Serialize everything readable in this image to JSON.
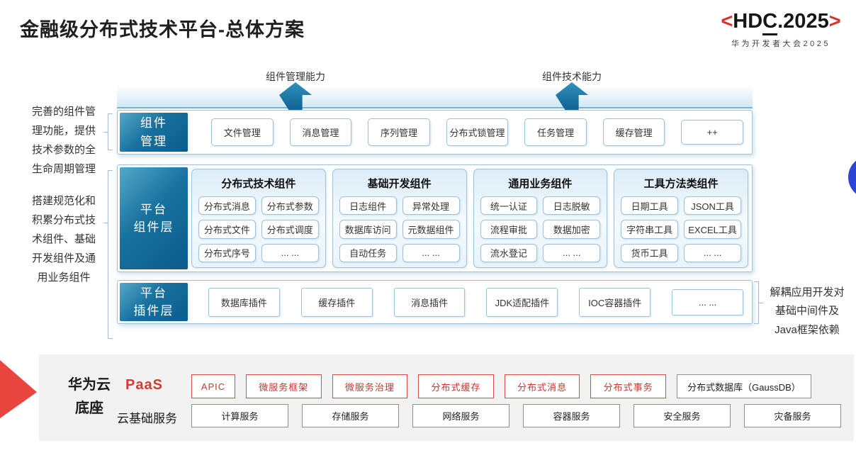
{
  "title": "金融级分布式技术平台-总体方案",
  "logo": {
    "lt": "<",
    "hd": "HD",
    "c": "C",
    "rest": ".2025",
    "gt": ">",
    "subtitle": "华为开发者大会2025"
  },
  "arrows": [
    {
      "label": "组件管理能力"
    },
    {
      "label": "组件技术能力"
    }
  ],
  "left_notes": [
    {
      "text": "完善的组件管\n理功能，提供\n技术参数的全\n生命周期管理"
    },
    {
      "text": "搭建规范化和\n积累分布式技\n术组件、基础\n开发组件及通\n用业务组件"
    }
  ],
  "right_note": {
    "text": "解耦应用开发对\n基础中间件及\nJava框架依赖"
  },
  "rows": {
    "component_management": {
      "label": "组件\n管理",
      "items": [
        "文件管理",
        "消息管理",
        "序列管理",
        "分布式锁管理",
        "任务管理",
        "缓存管理",
        "++"
      ]
    },
    "platform_components": {
      "label": "平台\n组件层",
      "groups": [
        {
          "title": "分布式技术组件",
          "items": [
            "分布式消息",
            "分布式参数",
            "分布式文件",
            "分布式调度",
            "分布式序号",
            "... ..."
          ]
        },
        {
          "title": "基础开发组件",
          "items": [
            "日志组件",
            "异常处理",
            "数据库访问",
            "元数据组件",
            "自动任务",
            "... ..."
          ]
        },
        {
          "title": "通用业务组件",
          "items": [
            "统一认证",
            "日志脱敏",
            "流程审批",
            "数据加密",
            "流水登记",
            "... ..."
          ]
        },
        {
          "title": "工具方法类组件",
          "items": [
            "日期工具",
            "JSON工具",
            "字符串工具",
            "EXCEL工具",
            "货币工具",
            "... ..."
          ]
        }
      ]
    },
    "platform_plugins": {
      "label": "平台\n插件层",
      "items": [
        "数据库插件",
        "缓存插件",
        "消息插件",
        "JDK适配插件",
        "IOC容器插件",
        "... ..."
      ]
    }
  },
  "foundation": {
    "label": "华为云\n底座",
    "paas": {
      "label": "PaaS",
      "red_items": [
        "APIC",
        "微服务框架",
        "微服务治理",
        "分布式缓存",
        "分布式消息",
        "分布式事务"
      ],
      "neutral_item": "分布式数据库（GaussDB）"
    },
    "cloud_base": {
      "label": "云基础服务",
      "items": [
        "计算服务",
        "存储服务",
        "网络服务",
        "容器服务",
        "安全服务",
        "灾备服务"
      ]
    }
  },
  "colors": {
    "layer_label_teal": "#0d6493",
    "light_blue_border": "#9dc2da",
    "accent_red": "#d6392f",
    "dot_blue": "#2b46d7"
  }
}
